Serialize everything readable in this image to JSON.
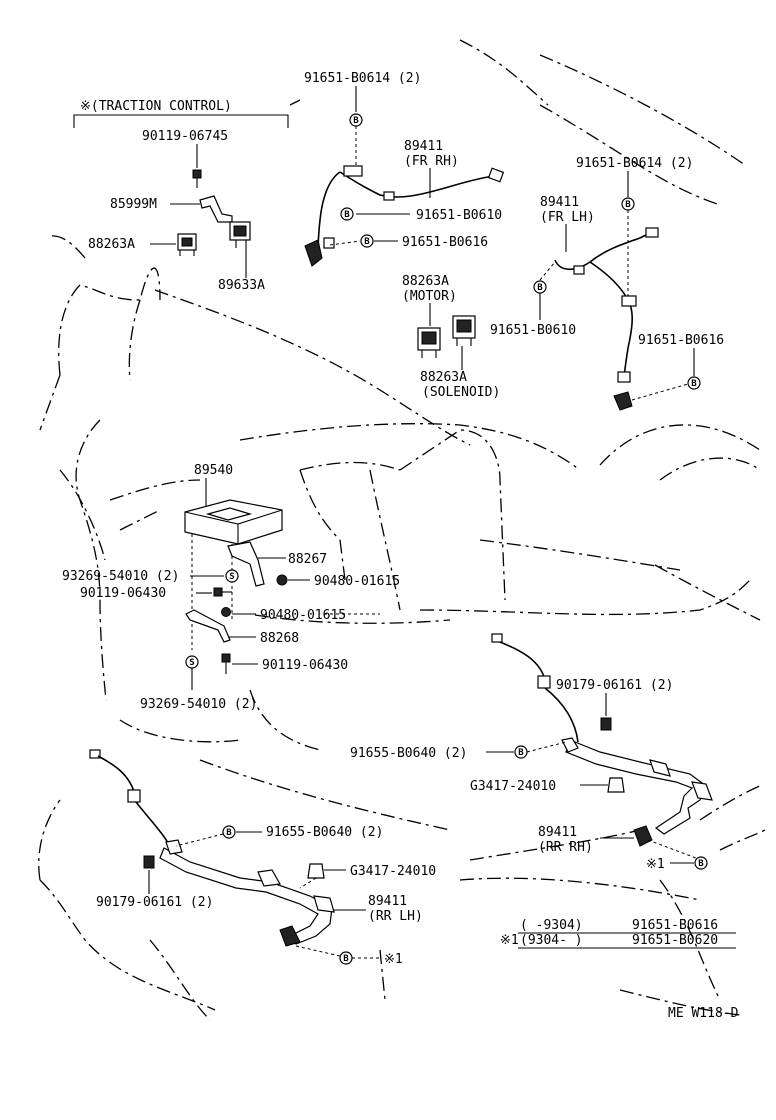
{
  "labels": {
    "traction_header": "※(TRACTION CONTROL)",
    "clip_fr_rh_top": "91651-B0614 (2)",
    "bolt_90119_06745": "90119-06745",
    "bracket_85999m": "85999M",
    "relay_88263a_left": "88263A",
    "relay_89633a": "89633A",
    "sensor_fr_rh_no": "89411",
    "sensor_fr_rh_side": "(FR RH)",
    "clip_fr_rh_mid": "91651-B0610",
    "clip_fr_rh_low": "91651-B0616",
    "clip_fr_lh_top": "91651-B0614 (2)",
    "sensor_fr_lh_no": "89411",
    "sensor_fr_lh_side": "(FR LH)",
    "clip_fr_lh_mid": "91651-B0610",
    "clip_fr_lh_low": "91651-B0616",
    "relay_motor_no": "88263A",
    "relay_motor_desc": "(MOTOR)",
    "relay_solenoid_no": "88263A",
    "relay_solenoid_desc": "(SOLENOID)",
    "computer_89540": "89540",
    "bracket_88267": "88267",
    "washer_93269_a": "93269-54010 (2)",
    "nut_90480_a": "90480-01615",
    "bolt_90119_06430_a": "90119-06430",
    "nut_90480_b": "90480-01615",
    "bracket_88268": "88268",
    "bolt_90119_06430_b": "90119-06430",
    "washer_93269_b": "93269-54010 (2)",
    "clamp_90179_rr_rh": "90179-06161 (2)",
    "clip_91655_rr_rh": "91655-B0640 (2)",
    "grommet_g3417_rh": "G3417-24010",
    "sensor_rr_rh_no": "89411",
    "sensor_rr_rh_side": "(RR RH)",
    "star_ref_rh": "※1",
    "clip_91655_rr_lh": "91655-B0640 (2)",
    "grommet_g3417_lh": "G3417-24010",
    "clamp_90179_rr_lh": "90179-06161 (2)",
    "sensor_rr_lh_no": "89411",
    "sensor_rr_lh_side": "(RR LH)",
    "star_ref_lh": "※1",
    "note_row1_range": "(      -9304)",
    "note_row1_part": "91651-B0616",
    "note_row2_mark": "※1",
    "note_row2_range": "(9304-      )",
    "note_row2_part": "91651-B0620",
    "figure_code": "ME  W118-D"
  },
  "marker_letter": "B",
  "marker_letter_s": "S",
  "icons": [
    "clip-b-marker-icon",
    "washer-s-marker-icon",
    "relay-icon",
    "bolt-icon",
    "nut-icon",
    "speed-sensor-icon"
  ],
  "colors": {
    "ink": "#000000",
    "paper": "#ffffff"
  }
}
